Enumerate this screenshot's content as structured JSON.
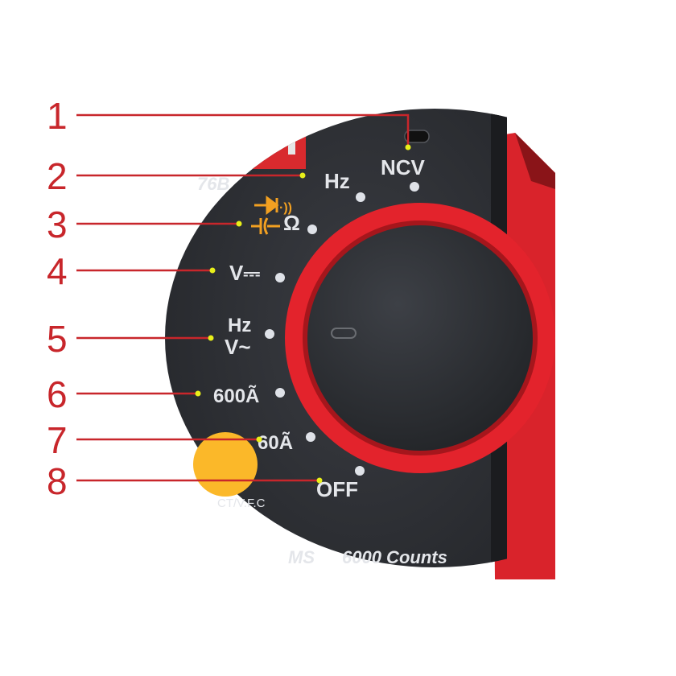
{
  "dial_labels": {
    "ncv": "NCV",
    "hz": "Hz",
    "ohm": "Ω",
    "vdc": "V⎓",
    "hz_v": "Hz",
    "vac": "V~",
    "a600": "600Ã",
    "a60": "60Ã",
    "off": "OFF"
  },
  "body_text": {
    "model_fragment": "76B",
    "button_label": "CT/V.F.C",
    "rms_fragment": "MS",
    "counts": "6000 Counts"
  },
  "callouts": [
    "1",
    "2",
    "3",
    "4",
    "5",
    "6",
    "7",
    "8"
  ],
  "colors": {
    "callout_red": "#c8262b",
    "body_dark": "#2e3035",
    "ring_red": "#e3232c",
    "button_yellow": "#fbb829",
    "marker_yellow": "#e8ef1a",
    "function_orange": "#f2a021"
  }
}
